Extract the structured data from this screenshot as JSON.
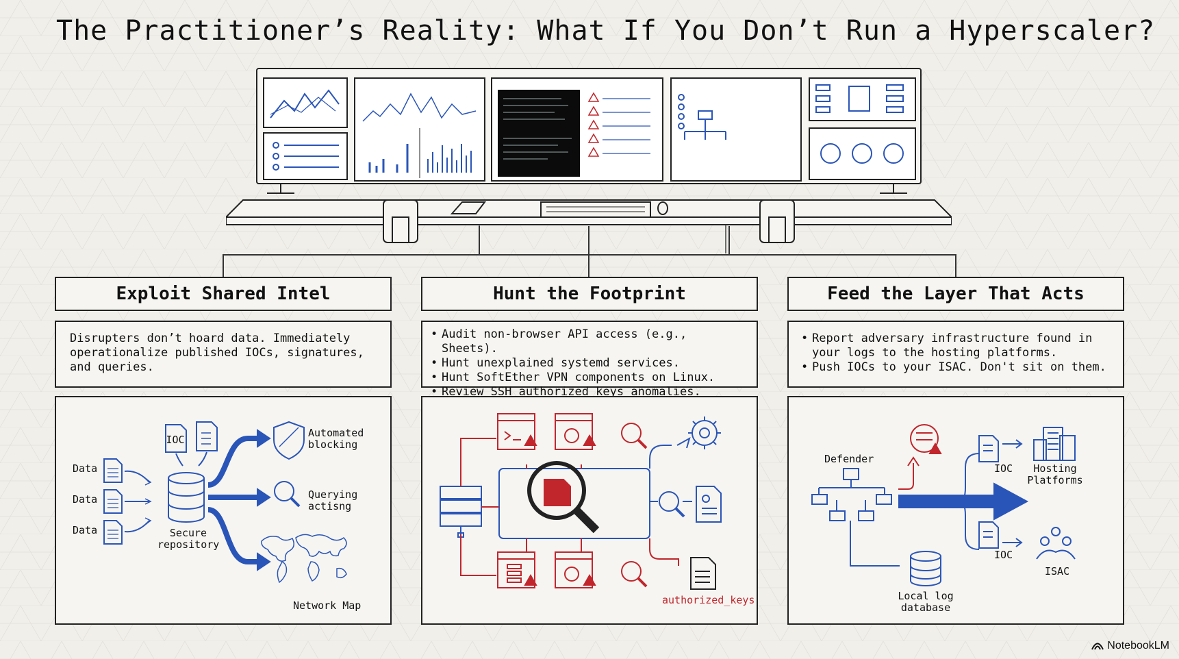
{
  "title": "The Practitioner’s Reality: What If You Don’t Run a Hyperscaler?",
  "columns": [
    {
      "heading": "Exploit Shared Intel",
      "text": "Disrupters don’t hoard data. Immediately operationalize published IOCs, signatures, and queries.",
      "labels": {
        "ioc": "IOC",
        "data1": "Data",
        "data2": "Data",
        "data3": "Data",
        "secure_repository": "Secure repository",
        "automated_blocking": "Automated blocking",
        "querying": "Querying actisng",
        "network_map": "Network Map"
      }
    },
    {
      "heading": "Hunt the Footprint",
      "bullets": [
        "Audit non-browser API access (e.g., Sheets).",
        "Hunt unexplained systemd services.",
        "Hunt SoftEther VPN components on Linux.",
        "Review SSH authorized_keys anomalies."
      ],
      "labels": {
        "authorized_keys": "authorized_keys"
      }
    },
    {
      "heading": "Feed the Layer That Acts",
      "bullets": [
        "Report adversary infrastructure found in your logs to the hosting platforms.",
        "Push IOCs to your ISAC. Don't sit on them."
      ],
      "labels": {
        "defender": "Defender",
        "ioc_top": "IOC",
        "ioc_bottom": "IOC",
        "hosting_platforms": "Hosting Platforms",
        "isac": "ISAC",
        "local_log_database": "Local log database"
      }
    }
  ],
  "brand": "NotebookLM",
  "colors": {
    "blue": "#2a55b8",
    "red": "#c0262c",
    "ink": "#222222",
    "paper": "#f6f5f1"
  }
}
